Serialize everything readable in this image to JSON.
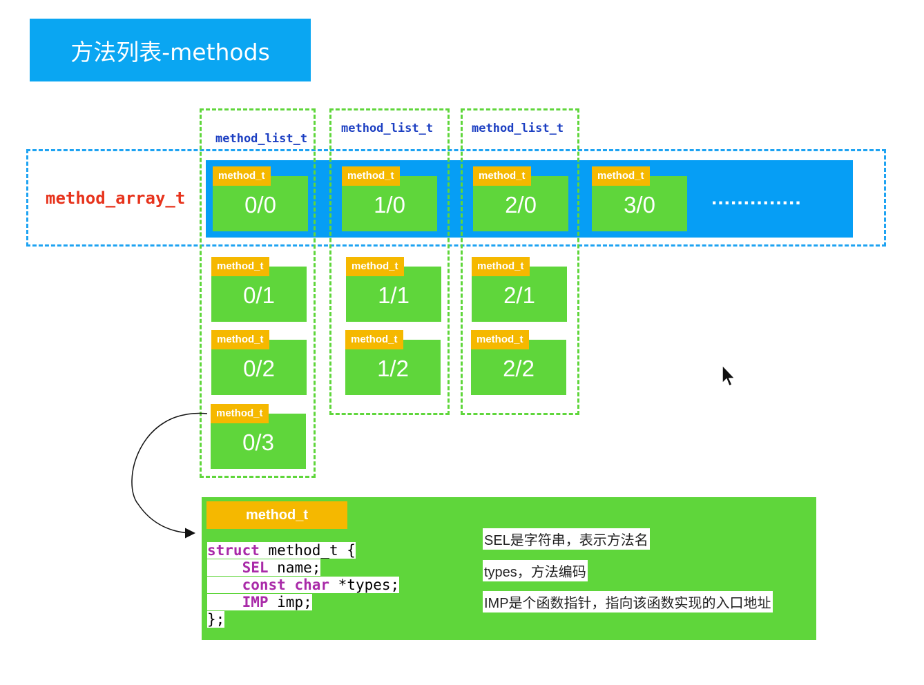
{
  "title": "方法列表-methods",
  "array_label": "method_array_t",
  "list_labels": [
    "method_list_t",
    "method_list_t",
    "method_list_t"
  ],
  "card_tag": "method_t",
  "top_row": [
    "0/0",
    "1/0",
    "2/0",
    "3/0"
  ],
  "ellipsis": "..............",
  "column0_rows": [
    "0/1",
    "0/2",
    "0/3"
  ],
  "column1_rows": [
    "1/1",
    "1/2"
  ],
  "column2_rows": [
    "2/1",
    "2/2"
  ],
  "detail": {
    "tag": "method_t",
    "code": {
      "line1_kw": "struct",
      "line1_rest": " method_t {",
      "line2_kw": "SEL",
      "line2_rest": " name;",
      "line3_kw1": "const",
      "line3_kw2": "char",
      "line3_rest": " *types;",
      "line4_kw": "IMP",
      "line4_rest": " imp;",
      "line5": "};"
    },
    "notes": [
      "SEL是字符串，表示方法名",
      "types，方法编码",
      "IMP是个函数指针，指向该函数实现的入口地址"
    ]
  },
  "colors": {
    "title_bg": "#0aa6f2",
    "band": "#069ef5",
    "card_green": "#5fd63b",
    "tag_orange": "#f5b800",
    "array_label": "#e7331c",
    "list_label": "#1c3fc2",
    "keyword": "#a92aa8"
  }
}
